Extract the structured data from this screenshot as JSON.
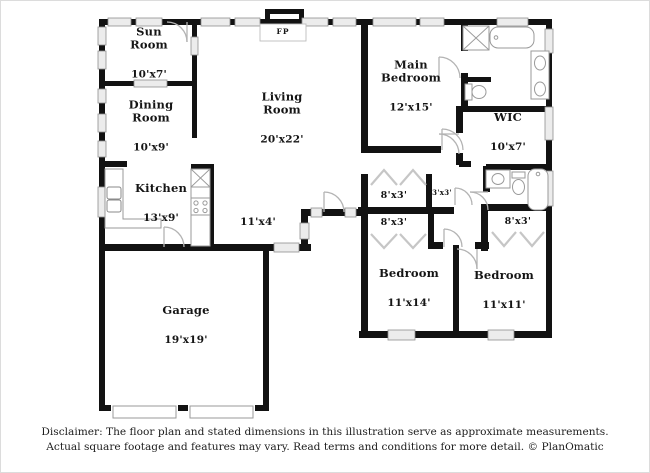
{
  "rooms": {
    "sun_room": {
      "name": "Sun Room",
      "dims": "10'x7'"
    },
    "dining_room": {
      "name": "Dining Room",
      "dims": "10'x9'"
    },
    "living_room": {
      "name": "Living Room",
      "dims": "20'x22'"
    },
    "kitchen": {
      "name": "Kitchen",
      "dims": "13'x9'"
    },
    "garage": {
      "name": "Garage",
      "dims": "19'x19'"
    },
    "main_bedroom": {
      "name": "Main Bedroom",
      "dims": "12'x15'"
    },
    "wic": {
      "name": "WIC",
      "dims": "10'x7'"
    },
    "bedroom_left": {
      "name": "Bedroom",
      "dims": "11'x14'"
    },
    "bedroom_right": {
      "name": "Bedroom",
      "dims": "11'x11'"
    }
  },
  "labels": {
    "hallway": "11'x4'",
    "fireplace": "FP",
    "closet_hall_top": "8'x3'",
    "closet_hall_bottom": "8'x3'",
    "closet_linen": "3'x3'",
    "closet_bedroom_right": "8'x3'"
  },
  "disclaimer": {
    "line1": "Disclaimer: The floor plan and stated dimensions in this illustration serve as approximate measurements.",
    "line2": "Actual square footage and features may vary. Read terms and conditions for more detail. © PlanOmatic"
  },
  "colors": {
    "wall": "#121212",
    "window_fill": "#ececec",
    "window_stroke": "#8f8f8f",
    "fixture_stroke": "#9a9a9a",
    "door_stroke": "#b3b3b3",
    "chevron_stroke": "#c6c6c6"
  }
}
